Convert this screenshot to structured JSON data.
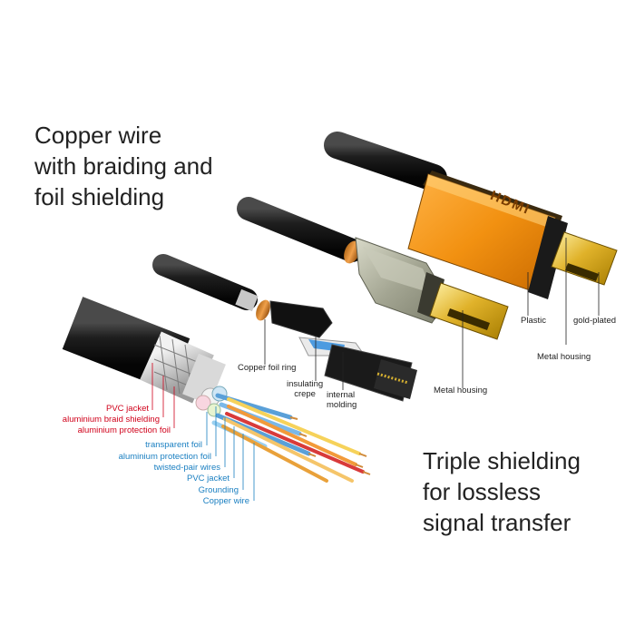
{
  "headline_left": [
    "Copper wire",
    "with braiding and",
    "foil shielding"
  ],
  "headline_right": [
    "Triple shielding",
    "for lossless",
    "signal transfer"
  ],
  "connector_brand": "HDMI",
  "layer_labels_red": [
    "PVC jacket",
    "aluminium braid shielding",
    "aluminium protection foil"
  ],
  "layer_labels_blue": [
    "transparent foil",
    "aluminium protection foil",
    "twisted-pair wires",
    "PVC jacket",
    "Grounding",
    "Copper wire"
  ],
  "part_labels": {
    "copper_foil_ring": "Copper foil ring",
    "insulating_crepe": [
      "insulating",
      "crepe"
    ],
    "internal_molding": [
      "internal",
      "molding"
    ],
    "metal_housing_middle": "Metal housing",
    "plastic": "Plastic",
    "gold_plated": "gold-plated",
    "metal_housing_right": "Metal housing"
  },
  "colors": {
    "red_label": "#d0021b",
    "blue_label": "#1a7fc1",
    "housing_orange": "#f29111",
    "gold": "#e0b22a",
    "cable_black": "#151515"
  }
}
